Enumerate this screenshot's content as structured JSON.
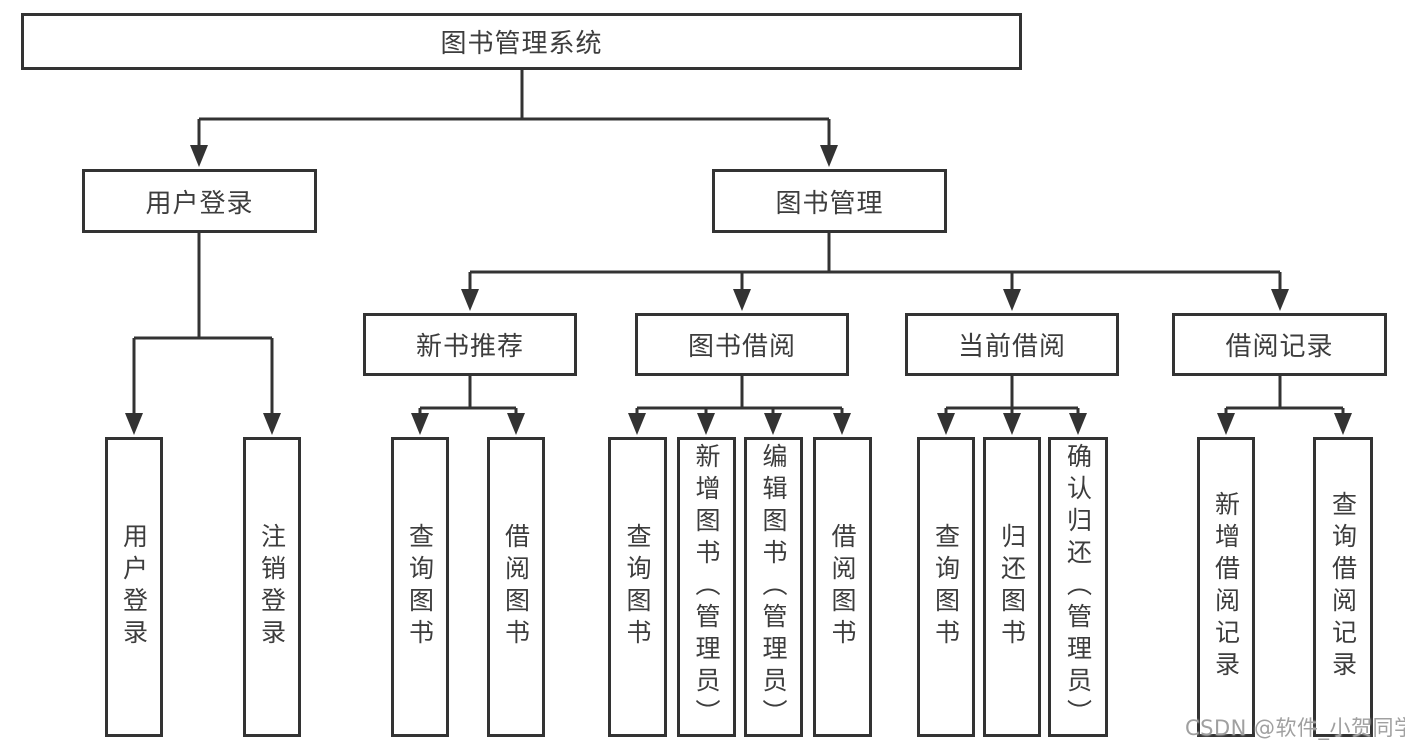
{
  "tree": {
    "root": {
      "label": "图书管理系统"
    },
    "branches": [
      {
        "label": "用户登录",
        "children": [
          {
            "label": "用户登录"
          },
          {
            "label": "注销登录"
          }
        ]
      },
      {
        "label": "图书管理",
        "children": [
          {
            "label": "新书推荐",
            "children": [
              {
                "label": "查询图书"
              },
              {
                "label": "借阅图书"
              }
            ]
          },
          {
            "label": "图书借阅",
            "children": [
              {
                "label": "查询图书"
              },
              {
                "label": "新增图书（管理员）"
              },
              {
                "label": "编辑图书（管理员）"
              },
              {
                "label": "借阅图书"
              }
            ]
          },
          {
            "label": "当前借阅",
            "children": [
              {
                "label": "查询图书"
              },
              {
                "label": "归还图书"
              },
              {
                "label": "确认归还（管理员）"
              }
            ]
          },
          {
            "label": "借阅记录",
            "children": [
              {
                "label": "新增借阅记录"
              },
              {
                "label": "查询借阅记录"
              }
            ]
          }
        ]
      }
    ]
  },
  "watermark": {
    "text": "CSDN @软件_小贺同学"
  },
  "colors": {
    "line": "#333333",
    "text": "#3d3d3d",
    "box_background": "#ffffff",
    "page_background": "#ffffff",
    "watermark": "#a0a0a0"
  }
}
